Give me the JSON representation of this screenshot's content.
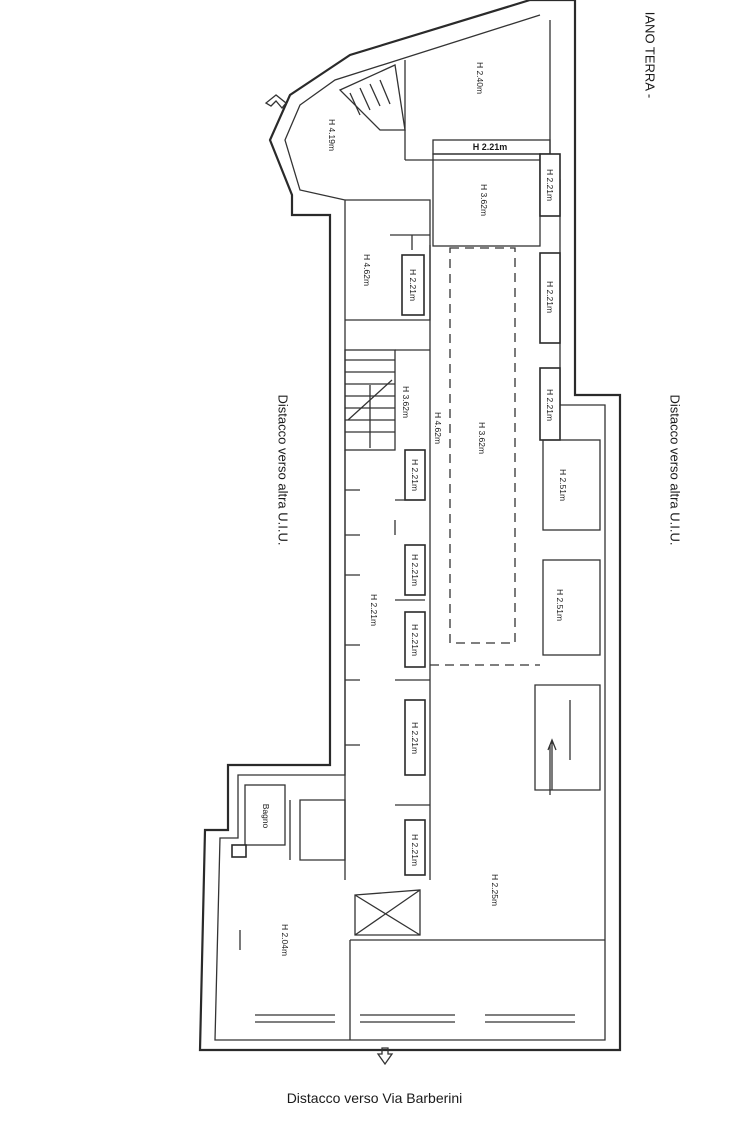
{
  "floor_label": "IANO TERRA -",
  "side_left": "Distacco verso altra U.I.U.",
  "side_right": "Distacco verso altra U.I.U.",
  "bottom_note": "Distacco verso Via Barberini",
  "heights": {
    "h240": "H 2.40m",
    "h419": "H 4.19m",
    "h221_top": "H 2.21m",
    "h362_top": "H 3.62m",
    "h221_r1": "H 2.21m",
    "h462_left": "H 4.62m",
    "h221_a": "H 2.21m",
    "h221_r2": "H 2.21m",
    "h362_stair": "H 3.62m",
    "h462_center": "H 4.62m",
    "h362_center": "H 3.62m",
    "h221_r3": "H 2.21m",
    "h221_b": "H 2.21m",
    "h251_a": "H 2.51m",
    "h221_c": "H 2.21m",
    "h221_corr": "H 2.21m",
    "h221_d": "H 2.21m",
    "h251_b": "H 2.51m",
    "h221_e": "H 2.21m",
    "h221_f": "H 2.21m",
    "h225": "H 2.25m",
    "bagno": "Bagno",
    "h204": "H 2.04m"
  }
}
